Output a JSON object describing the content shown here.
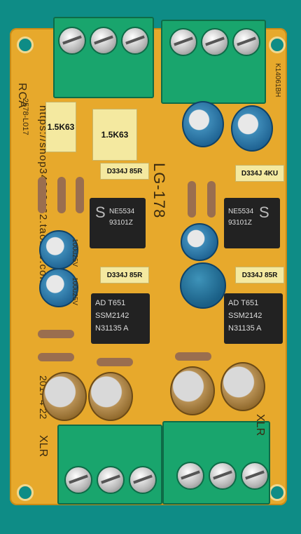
{
  "silkscreen": {
    "model": "LG-178",
    "shop_url": "https://shop34062462.taobao.com",
    "date": "2017 4 22",
    "rca_label": "RCA",
    "xlr_left": "XLR",
    "xlr_right": "XLR",
    "code_left": "2578-L017",
    "code_right": "K14061BH"
  },
  "film_caps": [
    {
      "label": "1.5K63"
    },
    {
      "label": "1.5K63"
    }
  ],
  "small_caps": [
    {
      "label": "D334J 85R"
    },
    {
      "label": "D334J 4KU"
    },
    {
      "label": "D334J 85R"
    },
    {
      "label": "D334J 85R"
    }
  ],
  "ics": [
    {
      "line1": "NE5534",
      "line2": "93101Z"
    },
    {
      "line1": "NE5534",
      "line2": "93101Z"
    },
    {
      "line1": "AD T651",
      "line2": "SSM2142",
      "line3": "N31135 A"
    },
    {
      "line1": "AD T651",
      "line2": "SSM2142",
      "line3": "N31135 A"
    }
  ],
  "cap_marks": [
    {
      "label": "100u25V"
    },
    {
      "label": "100u25V"
    }
  ]
}
